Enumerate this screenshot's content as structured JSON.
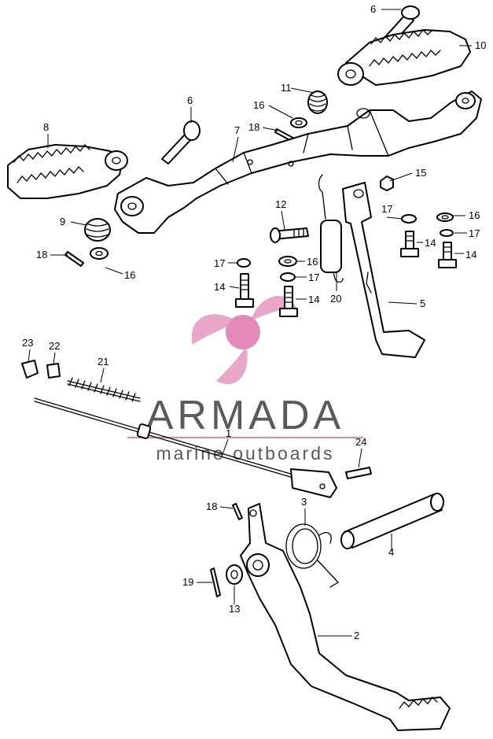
{
  "callouts": [
    {
      "id": "c6a",
      "label": "6"
    },
    {
      "id": "c10",
      "label": "10"
    },
    {
      "id": "c6b",
      "label": "6"
    },
    {
      "id": "c11",
      "label": "11"
    },
    {
      "id": "c16a",
      "label": "16"
    },
    {
      "id": "c18a",
      "label": "18"
    },
    {
      "id": "c8",
      "label": "8"
    },
    {
      "id": "c7",
      "label": "7"
    },
    {
      "id": "c15",
      "label": "15"
    },
    {
      "id": "c12",
      "label": "12"
    },
    {
      "id": "c9",
      "label": "9"
    },
    {
      "id": "c17a",
      "label": "17"
    },
    {
      "id": "c16b",
      "label": "16"
    },
    {
      "id": "c17b",
      "label": "17"
    },
    {
      "id": "c14a",
      "label": "14"
    },
    {
      "id": "c14b",
      "label": "14"
    },
    {
      "id": "c18b",
      "label": "18"
    },
    {
      "id": "c16c",
      "label": "16"
    },
    {
      "id": "c17c",
      "label": "17"
    },
    {
      "id": "c16d",
      "label": "16"
    },
    {
      "id": "c14c",
      "label": "14"
    },
    {
      "id": "c17d",
      "label": "17"
    },
    {
      "id": "c20",
      "label": "20"
    },
    {
      "id": "c14d",
      "label": "14"
    },
    {
      "id": "c5",
      "label": "5"
    },
    {
      "id": "c23",
      "label": "23"
    },
    {
      "id": "c22",
      "label": "22"
    },
    {
      "id": "c21",
      "label": "21"
    },
    {
      "id": "c1",
      "label": "1"
    },
    {
      "id": "c24",
      "label": "24"
    },
    {
      "id": "c18c",
      "label": "18"
    },
    {
      "id": "c3",
      "label": "3"
    },
    {
      "id": "c4",
      "label": "4"
    },
    {
      "id": "c19",
      "label": "19"
    },
    {
      "id": "c13",
      "label": "13"
    },
    {
      "id": "c2",
      "label": "2"
    }
  ],
  "watermark": {
    "brand": "ARMADA",
    "tagline": "marine outboards",
    "logo_color": "#e8a7c8",
    "text_color": "#5a5a5a",
    "rule_color": "#d889b4"
  }
}
